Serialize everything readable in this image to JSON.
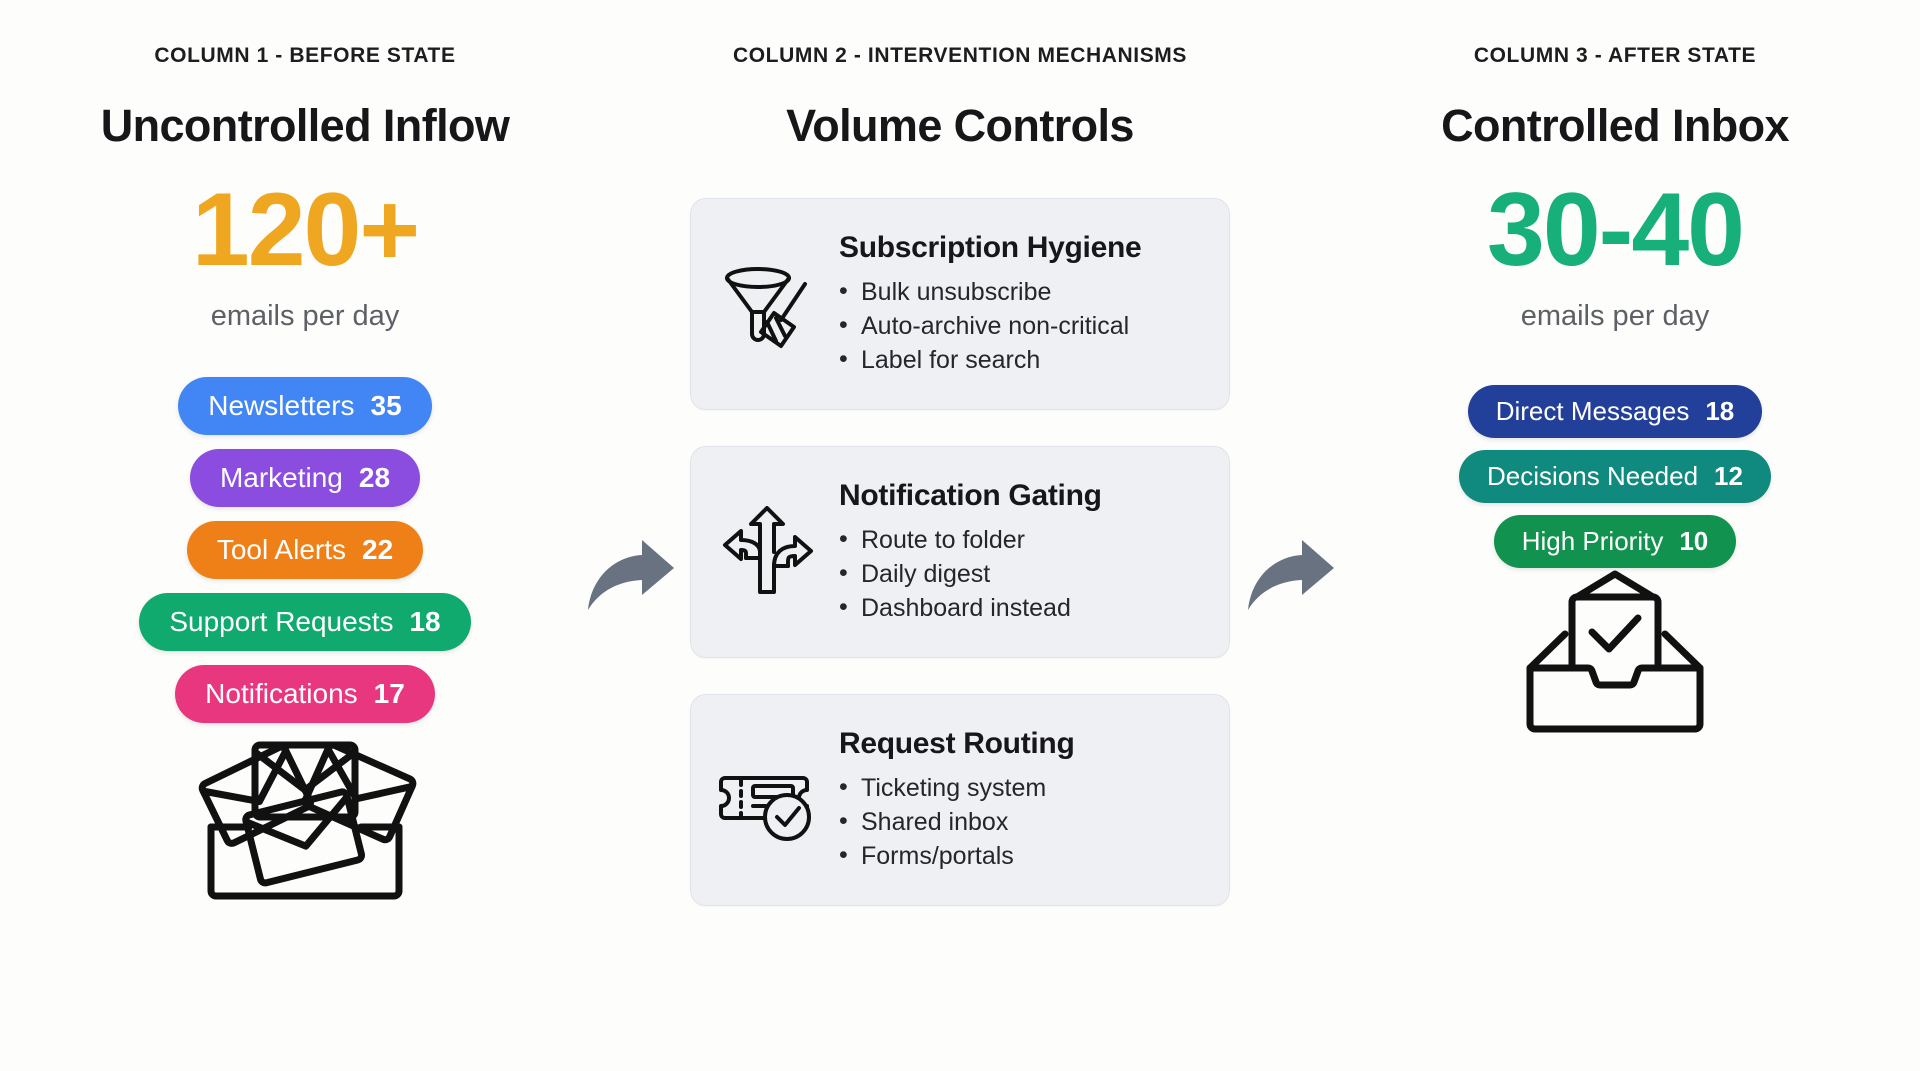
{
  "background_color": "#fdfdfb",
  "columns": {
    "before": {
      "eyebrow": "COLUMN 1 - BEFORE STATE",
      "title": "Uncontrolled Inflow",
      "metric": "120+",
      "metric_color": "#efa721",
      "metric_sub": "emails per day",
      "illustration": "overflowing-mail-tray-icon",
      "pills": [
        {
          "label": "Newsletters",
          "value": "35",
          "color": "#4285f4"
        },
        {
          "label": "Marketing",
          "value": "28",
          "color": "#8b4ce0"
        },
        {
          "label": "Tool Alerts",
          "value": "22",
          "color": "#ee8017"
        },
        {
          "label": "Support Requests",
          "value": "18",
          "color": "#10a96e"
        },
        {
          "label": "Notifications",
          "value": "17",
          "color": "#e8377f"
        }
      ]
    },
    "middle": {
      "eyebrow": "COLUMN 2 - INTERVENTION MECHANISMS",
      "title": "Volume Controls",
      "cards": [
        {
          "icon": "funnel-broom-icon",
          "title": "Subscription Hygiene",
          "items": [
            "Bulk unsubscribe",
            "Auto-archive non-critical",
            "Label for search"
          ]
        },
        {
          "icon": "three-way-arrow-icon",
          "title": "Notification Gating",
          "items": [
            "Route to folder",
            "Daily digest",
            "Dashboard instead"
          ]
        },
        {
          "icon": "ticket-check-icon",
          "title": "Request Routing",
          "items": [
            "Ticketing system",
            "Shared inbox",
            "Forms/portals"
          ]
        }
      ]
    },
    "after": {
      "eyebrow": "COLUMN 3 - AFTER STATE",
      "title": "Controlled Inbox",
      "metric": "30-40",
      "metric_color": "#17b07a",
      "metric_sub": "emails per day",
      "illustration": "inbox-check-tray-icon",
      "pills": [
        {
          "label": "Direct Messages",
          "value": "18",
          "color": "#22409a"
        },
        {
          "label": "Decisions Needed",
          "value": "12",
          "color": "#108a7e"
        },
        {
          "label": "High Priority",
          "value": "10",
          "color": "#12924f"
        }
      ]
    }
  },
  "connectors": [
    {
      "name": "flow-arrow-1",
      "color": "#697280"
    },
    {
      "name": "flow-arrow-2",
      "color": "#697280"
    }
  ]
}
